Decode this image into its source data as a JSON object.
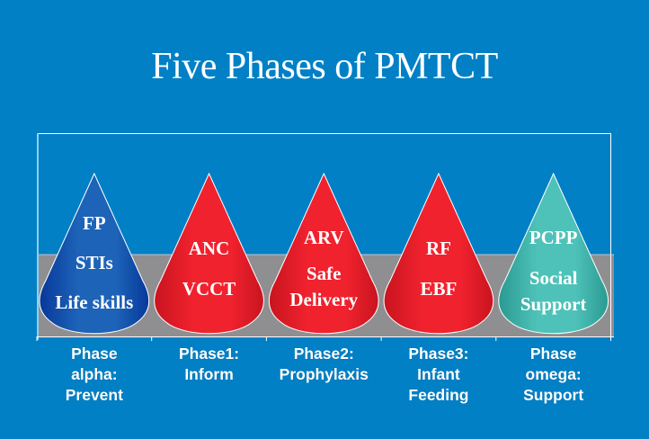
{
  "title": "Five Phases of PMTCT",
  "colors": {
    "background": "#0180c6",
    "band": "#8f8f91",
    "frame": "#ffffff",
    "left_axis": "#8fd0f2"
  },
  "phases": [
    {
      "id": "alpha",
      "cone_color": "navy-blue",
      "fill_light": "#1d63b8",
      "fill_dark": "#07389a",
      "cone_lines": [
        "FP",
        "STIs",
        "Life skills"
      ],
      "label_lines": [
        "Phase",
        "alpha:",
        "Prevent"
      ]
    },
    {
      "id": "phase1",
      "cone_color": "red",
      "fill_light": "#f0222e",
      "fill_dark": "#c8141f",
      "cone_lines": [
        "ANC",
        "VCCT"
      ],
      "label_lines": [
        "Phase1:",
        "Inform"
      ]
    },
    {
      "id": "phase2",
      "cone_color": "red",
      "fill_light": "#f0222e",
      "fill_dark": "#c8141f",
      "cone_lines": [
        "ARV",
        "Safe",
        "Delivery"
      ],
      "label_lines": [
        "Phase2:",
        "Prophylaxis"
      ]
    },
    {
      "id": "phase3",
      "cone_color": "red",
      "fill_light": "#f0222e",
      "fill_dark": "#c8141f",
      "cone_lines": [
        "RF",
        "EBF"
      ],
      "label_lines": [
        "Phase3:",
        "Infant",
        "Feeding"
      ]
    },
    {
      "id": "omega",
      "cone_color": "teal",
      "fill_light": "#4ec2b8",
      "fill_dark": "#2a9a92",
      "cone_lines": [
        "PCPP",
        "Social",
        "Support"
      ],
      "label_lines": [
        "Phase",
        "omega:",
        "Support"
      ]
    }
  ]
}
